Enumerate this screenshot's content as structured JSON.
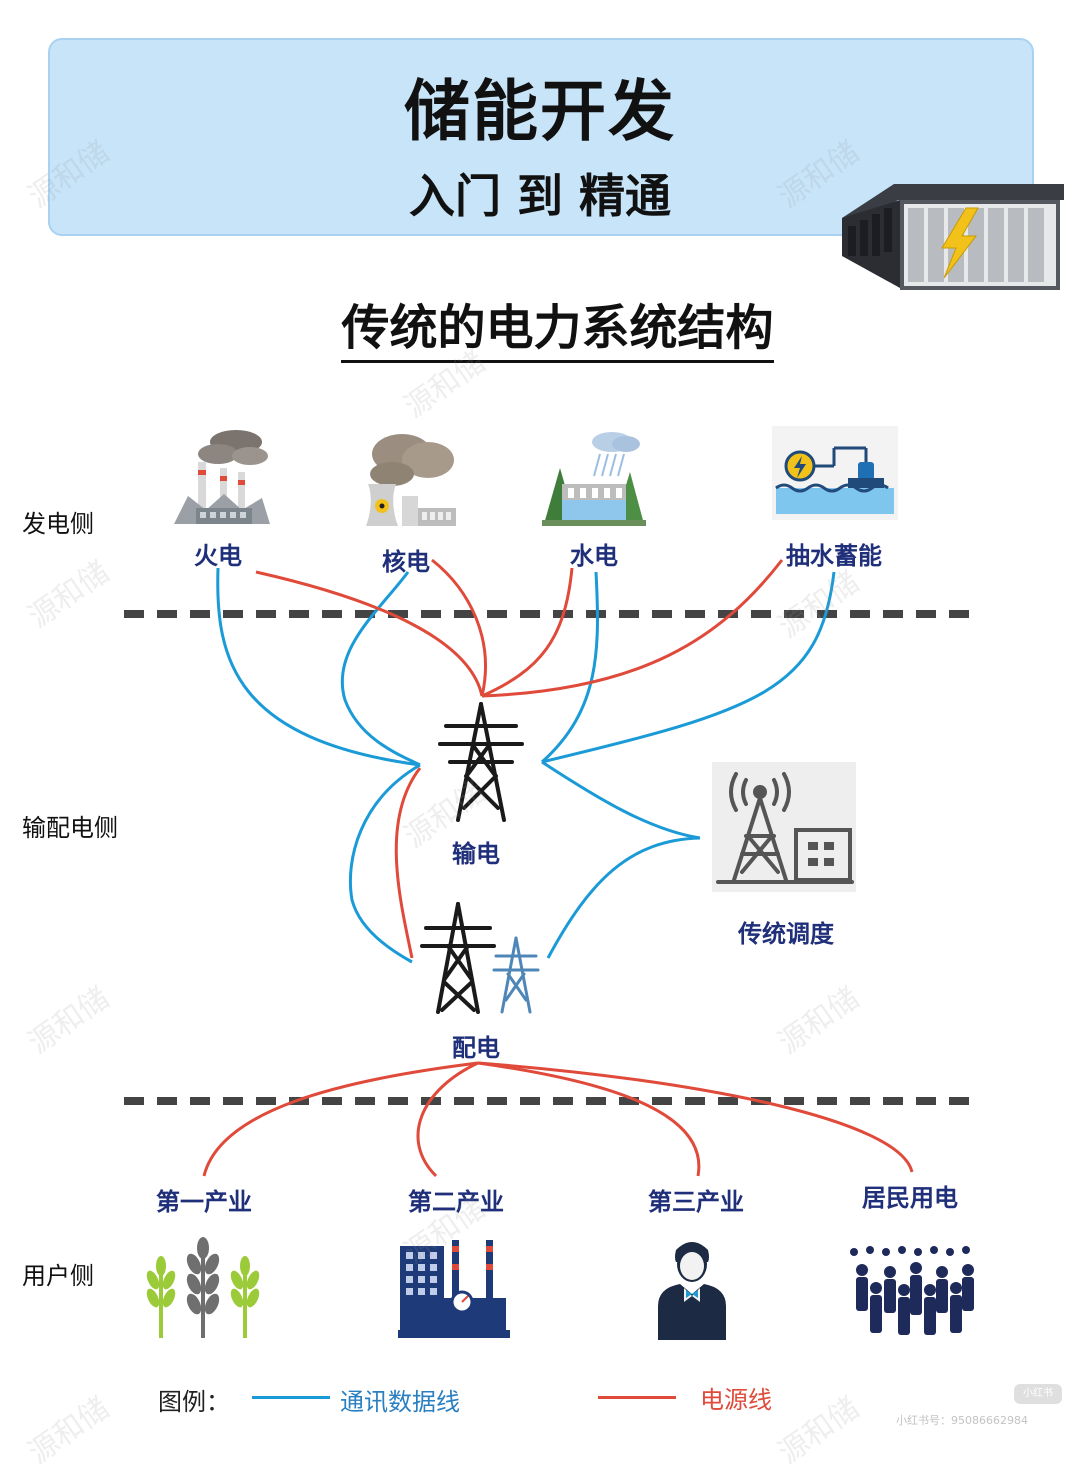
{
  "banner": {
    "title": "储能开发",
    "subtitle": "入门 到 精通"
  },
  "title": "传统的电力系统结构",
  "sides": {
    "generation": "发电侧",
    "grid": "输配电侧",
    "user": "用户侧"
  },
  "generation_nodes": [
    {
      "id": "thermal",
      "label": "火电",
      "icon": "thermal-power-plant-icon"
    },
    {
      "id": "nuclear",
      "label": "核电",
      "icon": "nuclear-plant-icon"
    },
    {
      "id": "hydro",
      "label": "水电",
      "icon": "hydro-dam-icon"
    },
    {
      "id": "pumped",
      "label": "抽水蓄能",
      "icon": "pumped-storage-icon"
    }
  ],
  "grid_nodes": {
    "transmission": {
      "label": "输电",
      "icon": "transmission-tower-icon"
    },
    "dispatch": {
      "label": "传统调度",
      "icon": "dispatch-station-icon"
    },
    "distribution": {
      "label": "配电",
      "icon": "distribution-towers-icon"
    }
  },
  "user_nodes": [
    {
      "id": "primary",
      "label": "第一产业",
      "icon": "wheat-icon"
    },
    {
      "id": "secondary",
      "label": "第二产业",
      "icon": "factory-icon"
    },
    {
      "id": "tertiary",
      "label": "第三产业",
      "icon": "businessman-icon"
    },
    {
      "id": "residential",
      "label": "居民用电",
      "icon": "crowd-icon"
    }
  ],
  "legend": {
    "prefix": "图例：",
    "comm": {
      "label": "通讯数据线",
      "color": "#1a9ad6"
    },
    "power": {
      "label": "电源线",
      "color": "#e04a3a"
    }
  },
  "watermark": "源和储",
  "footer": {
    "badge": "小红书",
    "note": "小红书号：95086662984"
  }
}
